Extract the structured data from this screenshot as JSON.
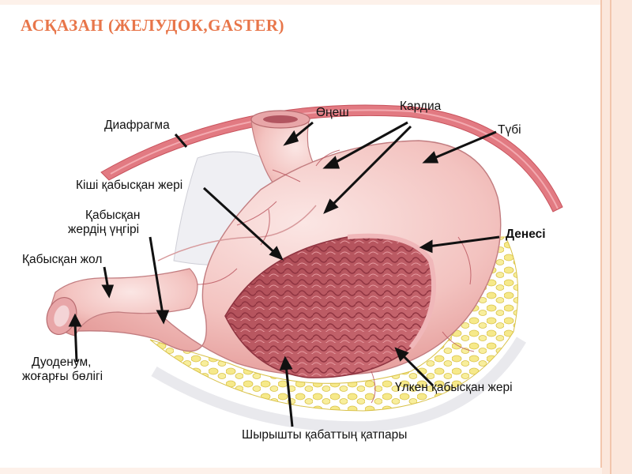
{
  "title": "АСҚАЗАН (ЖЕЛУДОК,GASTER)",
  "labels": {
    "diafragma": "Диафрагма",
    "onesh": "Өңеш",
    "kardia": "Кардиа",
    "tubi": "Түбі",
    "kishi": "Кіші қабысқан жері",
    "ungiri_1": "Қабысқан",
    "ungiri_2": "жердің үңгірі",
    "zhol": "Қабысқан жол",
    "denesi": "Денесі",
    "duodenum_1": "Дуоденум,",
    "duodenum_2": "жоғарғы бөлігі",
    "ulken": "Үлкен қабысқан жері",
    "katpary": "Шырышты қабаттың қатпары"
  },
  "colors": {
    "title": "#e8764a",
    "stomach": "#f3c3c0",
    "mucosa": "#b9505a",
    "fat": "#f2e27a",
    "diaphragm": "#e0707a"
  }
}
